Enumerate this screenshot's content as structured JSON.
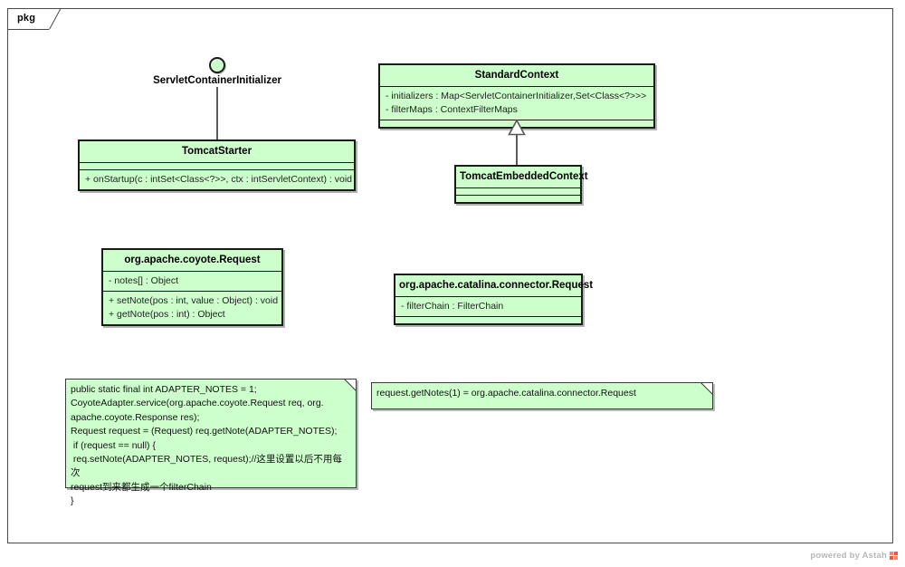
{
  "frame": {
    "label": "pkg"
  },
  "interface_node": {
    "name": "ServletContainerInitializer"
  },
  "classes": [
    {
      "id": "tomcat-starter",
      "name": "TomcatStarter",
      "attributes": [],
      "operations": [
        "+ onStartup(c : intSet<Class<?>>, ctx : intServletContext) : void"
      ]
    },
    {
      "id": "standard-context",
      "name": "StandardContext",
      "attributes": [
        "- initializers : Map<ServletContainerInitializer,Set<Class<?>>>",
        "- filterMaps : ContextFilterMaps"
      ],
      "operations": []
    },
    {
      "id": "tomcat-embedded-context",
      "name": "TomcatEmbeddedContext",
      "attributes": [],
      "operations": []
    },
    {
      "id": "coyote-request",
      "name": "org.apache.coyote.Request",
      "attributes": [
        "- notes[] : Object"
      ],
      "operations": [
        "+ setNote(pos : int, value : Object) : void",
        "+ getNote(pos : int) : Object"
      ]
    },
    {
      "id": "connector-request",
      "name": "org.apache.catalina.connector.Request",
      "attributes": [
        "- filterChain : FilterChain"
      ],
      "operations": []
    }
  ],
  "notes": [
    {
      "id": "note-adapter",
      "text": "public static final int ADAPTER_NOTES = 1;\nCoyoteAdapter.service(org.apache.coyote.Request req, org.\napache.coyote.Response res);\nRequest request = (Request) req.getNote(ADAPTER_NOTES);\n if (request == null) {\n req.setNote(ADAPTER_NOTES, request);//这里设置以后不用每次\nrequest到来都生成一个filterChain\n}"
    },
    {
      "id": "note-getnotes",
      "text": "request.getNotes(1) = org.apache.catalina.connector.Request"
    }
  ],
  "relationships": [
    {
      "type": "realization-lollipop",
      "from": "ServletContainerInitializer",
      "to": "TomcatStarter"
    },
    {
      "type": "generalization",
      "from": "TomcatEmbeddedContext",
      "to": "StandardContext"
    }
  ],
  "watermark": {
    "text": "powered by Astah"
  },
  "colors": {
    "class_fill": "#ccffcc",
    "class_border": "#1a1a1a",
    "connector": "#595959",
    "watermark_text": "#b7b7b7",
    "watermark_logo": "#f08a6a"
  }
}
